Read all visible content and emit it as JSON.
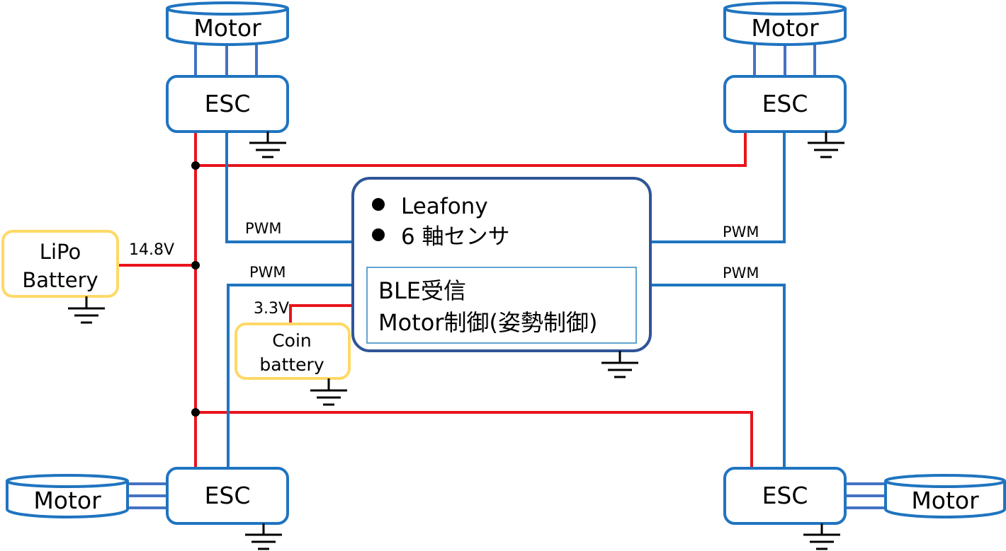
{
  "motors": {
    "top_left": "Motor",
    "top_right": "Motor",
    "bottom_left": "Motor",
    "bottom_right": "Motor"
  },
  "escs": {
    "top_left": "ESC",
    "top_right": "ESC",
    "bottom_left": "ESC",
    "bottom_right": "ESC"
  },
  "controller": {
    "bullets": [
      "Leafony",
      "6 軸センサ"
    ],
    "inner_lines": [
      "BLE受信",
      "Motor制御(姿勢制御)"
    ]
  },
  "lipo": {
    "lines": [
      "LiPo",
      "Battery"
    ]
  },
  "coin": {
    "lines": [
      "Coin",
      "battery"
    ]
  },
  "signals": {
    "pwm_top_left": "PWM",
    "pwm_bottom_left": "PWM",
    "pwm_top_right": "PWM",
    "pwm_bottom_right": "PWM",
    "voltage_lipo": "14.8V",
    "voltage_coin": "3.3V"
  },
  "colors": {
    "power_wire": "#e8141b",
    "signal_wire": "#1f74c0",
    "phase_wire": "#4472c4",
    "box_border": "#1f74c0",
    "controller_border": "#2f5597",
    "battery_border": "#ffd966",
    "ground": "#000000"
  }
}
